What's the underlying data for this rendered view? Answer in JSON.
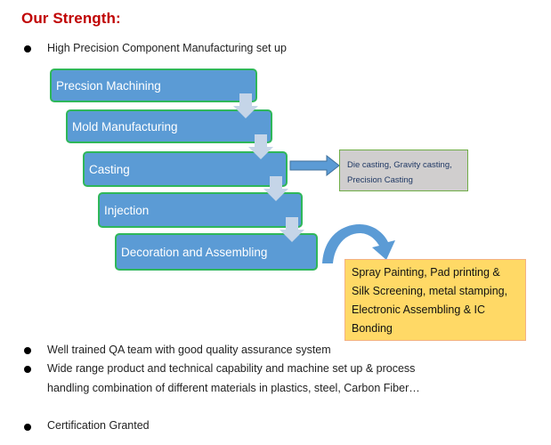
{
  "heading": "Our Strength:",
  "bullets": [
    {
      "text": "High Precision Component Manufacturing set up"
    },
    {
      "text": "Well trained QA team with good quality assurance system"
    },
    {
      "text": "Wide range product and technical capability and machine set up & process",
      "continuation": "handling combination of different materials in plastics, steel, Carbon Fiber…"
    },
    {
      "text": "Certification Granted"
    }
  ],
  "process_steps": [
    {
      "label": "Precsion Machining"
    },
    {
      "label": "Mold  Manufacturing"
    },
    {
      "label": "Casting"
    },
    {
      "label": "Injection"
    },
    {
      "label": "Decoration and Assembling"
    }
  ],
  "casting_details": {
    "line1": "Die casting, Gravity casting,",
    "line2": "Precision Casting"
  },
  "decoration_details": {
    "line1": "Spray Painting, Pad printing &",
    "line2": "Silk Screening, metal stamping,",
    "line3": "Electronic Assembling & IC",
    "line4": "Bonding"
  },
  "colors": {
    "heading": "#c00000",
    "step_fill": "#5b9bd5",
    "step_border": "#2fb75a",
    "arrow_light": "#c5d5e8",
    "gray_box": "#d0cece",
    "yellow_box": "#ffd966"
  }
}
